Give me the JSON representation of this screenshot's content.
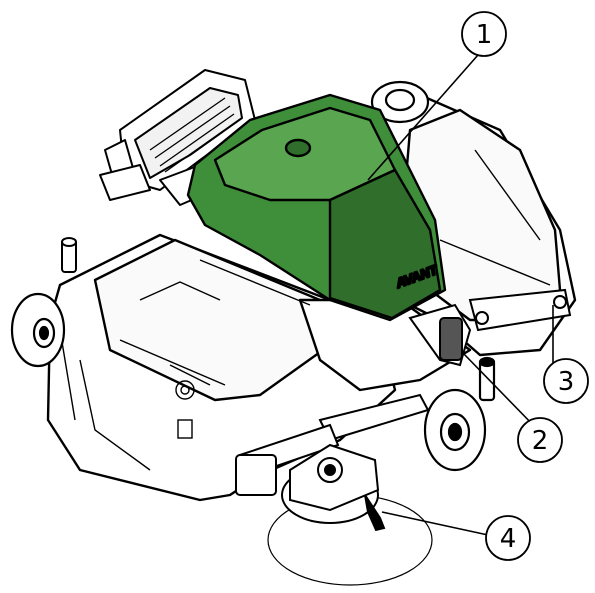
{
  "colors": {
    "hood": "#3f8e3a",
    "hood_dark": "#2f6e2b",
    "hood_light": "#5aa650",
    "outline": "#000000",
    "body": "#ffffff",
    "accent": "#d9d9d9"
  },
  "hood_logo": "AVANT",
  "callouts": [
    {
      "id": "1",
      "label": "1"
    },
    {
      "id": "2",
      "label": "2"
    },
    {
      "id": "3",
      "label": "3"
    },
    {
      "id": "4",
      "label": "4"
    }
  ]
}
